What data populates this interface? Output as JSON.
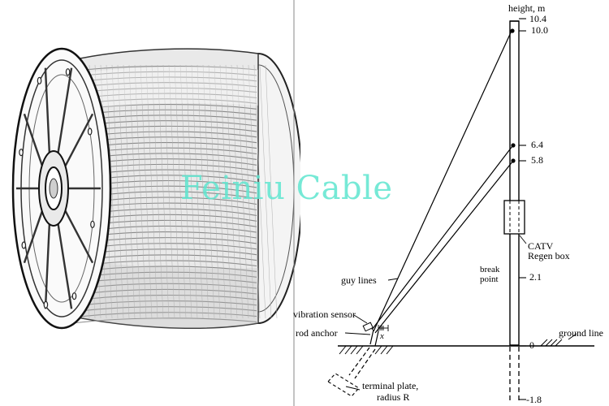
{
  "watermark": "Feiniu Cable",
  "diagram": {
    "axis_title": "height, m",
    "heights": {
      "h_10_4": "10.4",
      "h_10_0": "10.0",
      "h_6_4": "6.4",
      "h_5_8": "5.8",
      "h_2_1": "2.1",
      "h_0": "0",
      "h_neg_1_8": "-1.8"
    },
    "labels": {
      "catv_line1": "CATV",
      "catv_line2": "Regen  box",
      "break_line1": "break",
      "break_line2": "point",
      "ground_line": "ground line",
      "guy_lines": "guy lines",
      "vibration_sensor": "vibration sensor",
      "rod_anchor": "rod anchor",
      "x_mark": "x",
      "terminal_line1": "terminal plate,",
      "terminal_line2": "radius R"
    }
  }
}
